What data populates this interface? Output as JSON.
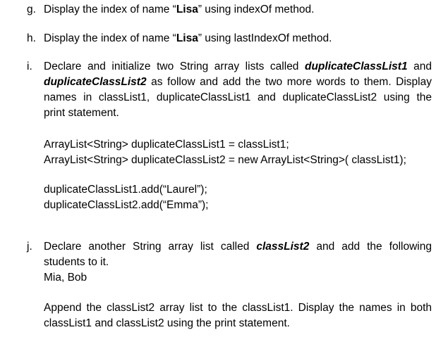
{
  "page": {
    "background_color": "#ffffff",
    "text_color": "#000000"
  },
  "document": {
    "blocks": [
      {
        "kind": "lettered-item",
        "label": "g.",
        "lines": [
          {
            "stretch": false,
            "segments": [
              {
                "t": "Display the index of name “",
                "s": "n"
              },
              {
                "t": "Lisa",
                "s": "b"
              },
              {
                "t": "” using indexOf method.",
                "s": "n"
              }
            ]
          }
        ]
      },
      {
        "kind": "lettered-item",
        "label": "h.",
        "lines": [
          {
            "stretch": false,
            "segments": [
              {
                "t": "Display the index of name “",
                "s": "n"
              },
              {
                "t": "Lisa",
                "s": "b"
              },
              {
                "t": "” using lastIndexOf method.",
                "s": "n"
              }
            ]
          }
        ]
      },
      {
        "kind": "lettered-item",
        "label": "i.",
        "lines": [
          {
            "stretch": true,
            "segments": [
              {
                "t": "Declare and initialize two String array lists called ",
                "s": "n"
              },
              {
                "t": "duplicateClassList1",
                "s": "bi"
              },
              {
                "t": " and",
                "s": "n"
              }
            ]
          },
          {
            "stretch": true,
            "segments": [
              {
                "t": "duplicateClassList2",
                "s": "bi"
              },
              {
                "t": " as follow and add the two more words to them. Display",
                "s": "n"
              }
            ]
          },
          {
            "stretch": true,
            "segments": [
              {
                "t": "names in classList1, duplicateClassList1 and duplicateClassList2 using the",
                "s": "n"
              }
            ]
          },
          {
            "stretch": false,
            "segments": [
              {
                "t": "print statement.",
                "s": "n"
              }
            ]
          }
        ]
      },
      {
        "kind": "code-lines",
        "label": "",
        "lines": [
          {
            "stretch": false,
            "segments": [
              {
                "t": "ArrayList<String> duplicateClassList1 = classList1;",
                "s": "n"
              }
            ]
          },
          {
            "stretch": false,
            "segments": [
              {
                "t": "ArrayList<String> duplicateClassList2 = new ArrayList<String>( classList1);",
                "s": "n"
              }
            ]
          }
        ]
      },
      {
        "kind": "code-lines",
        "label": "",
        "lines": [
          {
            "stretch": false,
            "segments": [
              {
                "t": "duplicateClassList1.add(“Laurel”);",
                "s": "n"
              }
            ]
          },
          {
            "stretch": false,
            "segments": [
              {
                "t": "duplicateClassList2.add(“Emma”);",
                "s": "n"
              }
            ]
          }
        ]
      },
      {
        "kind": "lettered-item",
        "label": "j.",
        "lines": [
          {
            "stretch": true,
            "segments": [
              {
                "t": "Declare another String array list called ",
                "s": "n"
              },
              {
                "t": "classList2",
                "s": "bi"
              },
              {
                "t": " and add the following",
                "s": "n"
              }
            ]
          },
          {
            "stretch": false,
            "segments": [
              {
                "t": "students to it.",
                "s": "n"
              }
            ]
          },
          {
            "stretch": false,
            "segments": [
              {
                "t": "Mia, Bob",
                "s": "n"
              }
            ]
          }
        ]
      },
      {
        "kind": "paragraph",
        "label": "",
        "lines": [
          {
            "stretch": true,
            "segments": [
              {
                "t": "Append the classList2 array list to the classList1. Display the names in both",
                "s": "n"
              }
            ]
          },
          {
            "stretch": false,
            "segments": [
              {
                "t": "classList1 and classList2 using the print statement.",
                "s": "n"
              }
            ]
          }
        ]
      }
    ]
  }
}
